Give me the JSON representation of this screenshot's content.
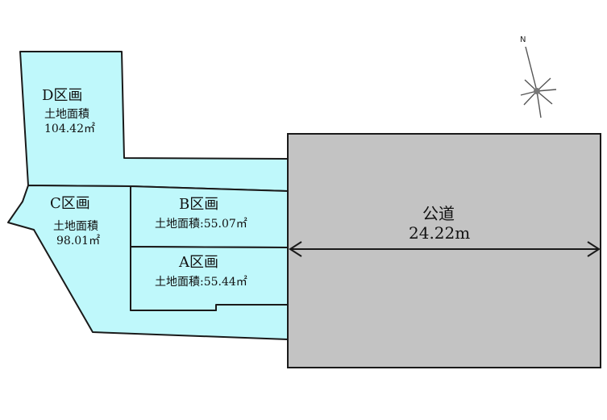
{
  "lots": [
    {
      "id": "D",
      "name": "D区画",
      "area_label": "土地面積",
      "area_value": "104.42㎡"
    },
    {
      "id": "C",
      "name": "C区画",
      "area_label": "土地面積",
      "area_value": "98.01㎡"
    },
    {
      "id": "B",
      "name": "B区画",
      "area_text": "土地面積:55.07㎡"
    },
    {
      "id": "A",
      "name": "A区画",
      "area_text": "土地面積:55.44㎡"
    }
  ],
  "road": {
    "name": "公道",
    "width": "24.22m"
  },
  "compass": {
    "label": "N"
  },
  "colors": {
    "lot_fill": "#bff8fb",
    "road_fill": "#c3c3c3",
    "outline": "#1a1a1a"
  }
}
